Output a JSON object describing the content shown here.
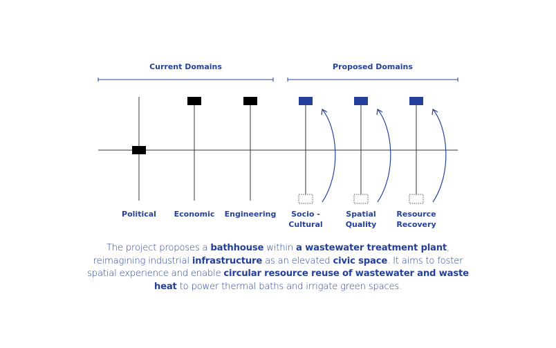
{
  "colors": {
    "accent": "#25409a",
    "ink": "#000000",
    "line": "#333333"
  },
  "groups": [
    {
      "title": "Current Domains"
    },
    {
      "title": "Proposed Domains"
    }
  ],
  "domains": [
    {
      "group": "current",
      "lines": [
        "Political"
      ],
      "level": "baseline"
    },
    {
      "group": "current",
      "lines": [
        "Economic"
      ],
      "level": "top"
    },
    {
      "group": "current",
      "lines": [
        "Engineering"
      ],
      "level": "top"
    },
    {
      "group": "proposed",
      "lines": [
        "Socio -",
        "Cultural"
      ],
      "level": "top",
      "from": "bottom"
    },
    {
      "group": "proposed",
      "lines": [
        "Spatial",
        "Quality"
      ],
      "level": "top",
      "from": "bottom"
    },
    {
      "group": "proposed",
      "lines": [
        "Resource",
        "Recovery"
      ],
      "level": "top",
      "from": "bottom"
    }
  ],
  "caption": {
    "segments": [
      {
        "text": "The project proposes a ",
        "bold": false
      },
      {
        "text": "bathhouse",
        "bold": true
      },
      {
        "text": " within ",
        "bold": false
      },
      {
        "text": "a wastewater treatment plant",
        "bold": true
      },
      {
        "text": ", reimagining industrial ",
        "bold": false
      },
      {
        "text": "infrastructure",
        "bold": true
      },
      {
        "text": " as an elevated ",
        "bold": false
      },
      {
        "text": "civic space",
        "bold": true
      },
      {
        "text": ". It aims to foster spatial experience and enable ",
        "bold": false
      },
      {
        "text": "circular resource reuse of wastewater and waste heat",
        "bold": true
      },
      {
        "text": " to power thermal baths and irrigate green spaces.",
        "bold": false
      }
    ]
  }
}
